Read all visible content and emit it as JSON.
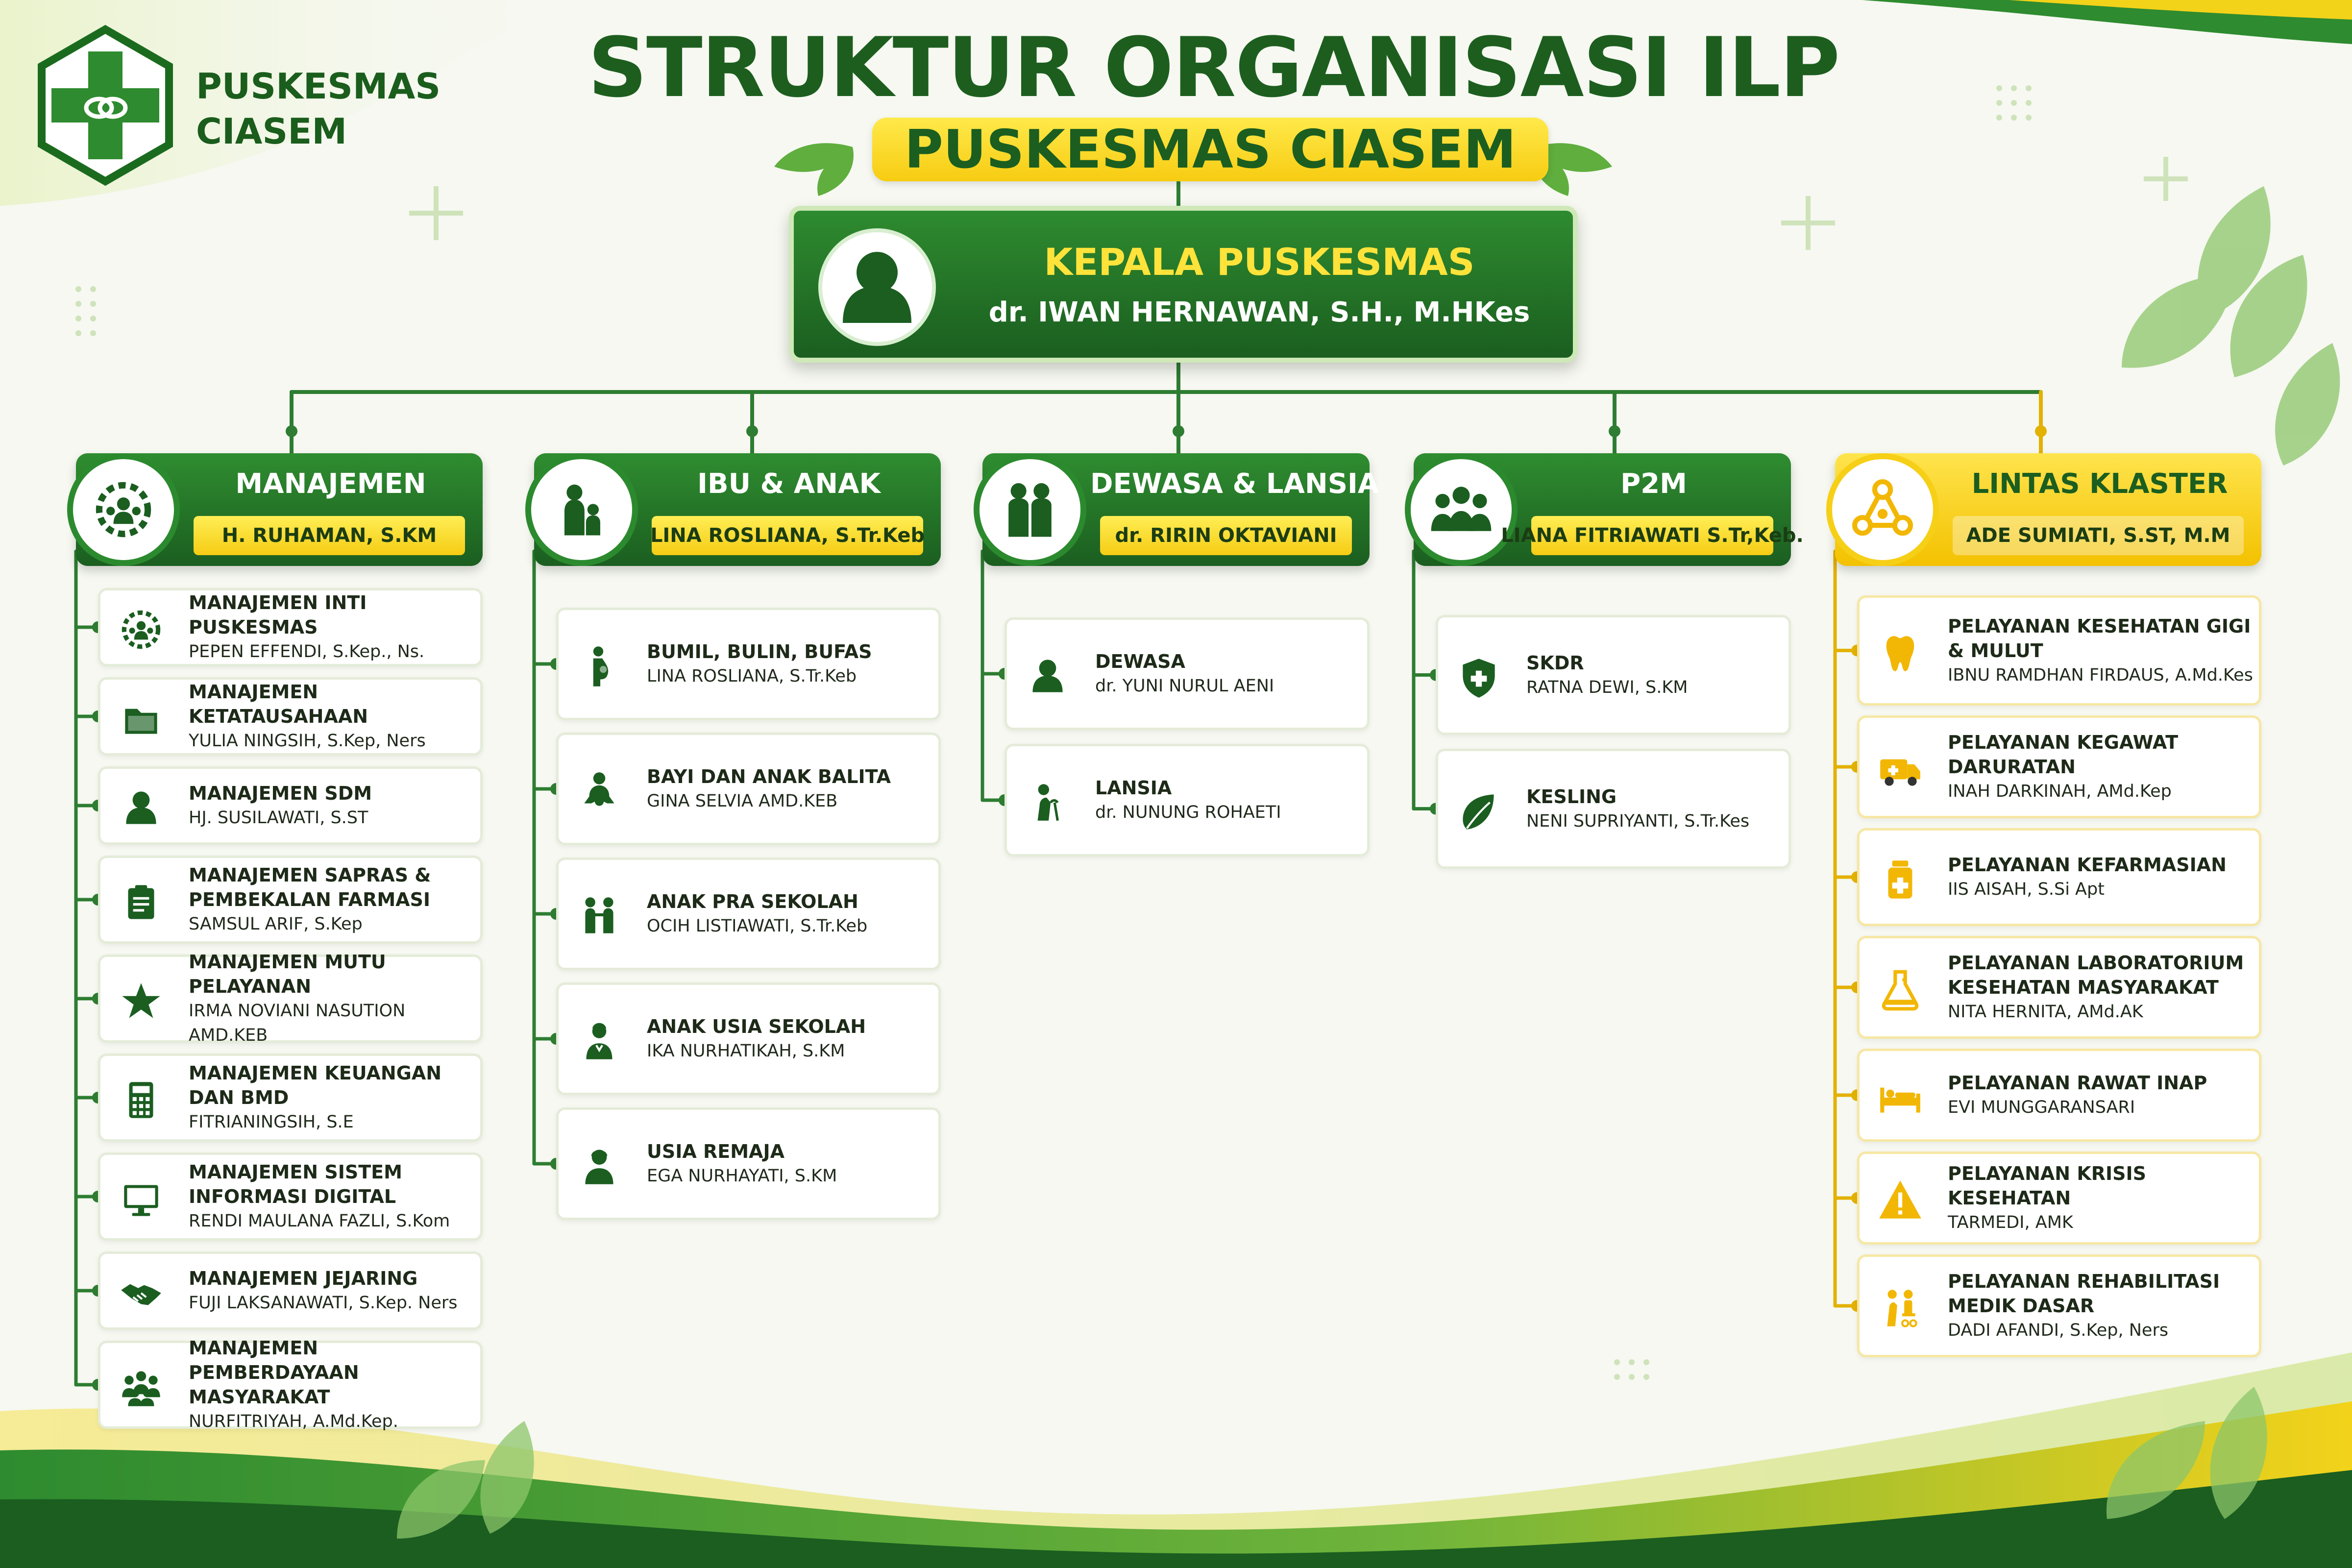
{
  "header": {
    "logo_text": [
      "PUSKESMAS",
      "CIASEM"
    ],
    "title": "STRUKTUR ORGANISASI ILP",
    "subtitle": "PUSKESMAS CIASEM"
  },
  "head": {
    "title": "KEPALA PUSKESMAS",
    "name": "dr. IWAN HERNAWAN, S.H., M.HKes",
    "icon": "person-icon"
  },
  "colors": {
    "primary_green": "#1b5e20",
    "accent_yellow": "#f5cc14",
    "connector": "#2e7d32",
    "gold_connector": "#e3b100"
  },
  "clusters": [
    {
      "title": "MANAJEMEN",
      "lead": "H. RUHAMAN, S.KM",
      "icon": "gear-team-icon",
      "theme": "green",
      "items": [
        {
          "title": "MANAJEMEN INTI PUSKESMAS",
          "name": "PEPEN EFFENDI, S.Kep., Ns.",
          "icon": "gear-team-icon"
        },
        {
          "title": "MANAJEMEN KETATAUSAHAAN",
          "name": "YULIA NINGSIH, S.Kep, Ners",
          "icon": "folder-icon"
        },
        {
          "title": "MANAJEMEN SDM",
          "name": "HJ. SUSILAWATI, S.ST",
          "icon": "person-icon"
        },
        {
          "title": "MANAJEMEN SAPRAS & PEMBEKALAN FARMASI",
          "name": "SAMSUL ARIF, S.Kep",
          "icon": "clipboard-icon"
        },
        {
          "title": "MANAJEMEN MUTU PELAYANAN",
          "name": "IRMA NOVIANI NASUTION AMD.KEB",
          "icon": "star-icon"
        },
        {
          "title": "MANAJEMEN KEUANGAN DAN BMD",
          "name": "FITRIANINGSIH, S.E",
          "icon": "calculator-icon"
        },
        {
          "title": "MANAJEMEN SISTEM INFORMASI DIGITAL",
          "name": "RENDI MAULANA FAZLI, S.Kom",
          "icon": "monitor-icon"
        },
        {
          "title": "MANAJEMEN JEJARING",
          "name": "FUJI LAKSANAWATI, S.Kep. Ners",
          "icon": "handshake-icon"
        },
        {
          "title": "MANAJEMEN PEMBERDAYAAN MASYARAKAT",
          "name": "NURFITRIYAH, A.Md.Kep.",
          "icon": "community-icon"
        }
      ]
    },
    {
      "title": "IBU & ANAK",
      "lead": "LINA ROSLIANA, S.Tr.Keb",
      "icon": "mother-child-icon",
      "theme": "green",
      "items": [
        {
          "title": "BUMIL, BULIN, BUFAS",
          "name": "LINA ROSLIANA, S.Tr.Keb",
          "icon": "pregnant-icon"
        },
        {
          "title": "BAYI DAN ANAK BALITA",
          "name": "GINA SELVIA AMD.KEB",
          "icon": "baby-icon"
        },
        {
          "title": "ANAK PRA SEKOLAH",
          "name": "OCIH LISTIAWATI, S.Tr.Keb",
          "icon": "children-icon"
        },
        {
          "title": "ANAK USIA SEKOLAH",
          "name": "IKA NURHATIKAH, S.KM",
          "icon": "student-icon"
        },
        {
          "title": "USIA REMAJA",
          "name": "EGA NURHAYATI, S.KM",
          "icon": "teen-icon"
        }
      ]
    },
    {
      "title": "DEWASA & LANSIA",
      "lead": "dr. RIRIN OKTAVIANI",
      "icon": "adults-icon",
      "theme": "green",
      "items": [
        {
          "title": "DEWASA",
          "name": "dr. YUNI NURUL AENI",
          "icon": "person-icon"
        },
        {
          "title": "LANSIA",
          "name": "dr. NUNUNG ROHAETI",
          "icon": "elderly-icon"
        }
      ]
    },
    {
      "title": "P2M",
      "lead": "LIANA FITRIAWATI S.Tr,Keb.",
      "icon": "group-icon",
      "theme": "green",
      "items": [
        {
          "title": "SKDR",
          "name": "RATNA DEWI, S.KM",
          "icon": "shield-cross-icon"
        },
        {
          "title": "KESLING",
          "name": "NENI SUPRIYANTI, S.Tr.Kes",
          "icon": "leaf-icon"
        }
      ]
    },
    {
      "title": "LINTAS KLASTER",
      "lead": "ADE SUMIATI, S.ST, M.M",
      "icon": "network-icon",
      "theme": "gold",
      "items": [
        {
          "title": "PELAYANAN KESEHATAN GIGI & MULUT",
          "name": "IBNU RAMDHAN FIRDAUS, A.Md.Kes",
          "icon": "tooth-icon"
        },
        {
          "title": "PELAYANAN KEGAWAT DARURATAN",
          "name": "INAH DARKINAH, AMd.Kep",
          "icon": "ambulance-icon"
        },
        {
          "title": "PELAYANAN KEFARMASIAN",
          "name": "IIS AISAH, S.Si Apt",
          "icon": "medicine-bottle-icon"
        },
        {
          "title": "PELAYANAN LABORATORIUM KESEHATAN MASYARAKAT",
          "name": "NITA HERNITA, AMd.AK",
          "icon": "flask-icon"
        },
        {
          "title": "PELAYANAN RAWAT INAP",
          "name": "EVI MUNGGARANSARI",
          "icon": "bed-icon"
        },
        {
          "title": "PELAYANAN KRISIS KESEHATAN",
          "name": "TARMEDI, AMK",
          "icon": "warning-icon"
        },
        {
          "title": "PELAYANAN REHABILITASI MEDIK DASAR",
          "name": "DADI AFANDI, S.Kep, Ners",
          "icon": "rehab-icon"
        }
      ]
    }
  ]
}
